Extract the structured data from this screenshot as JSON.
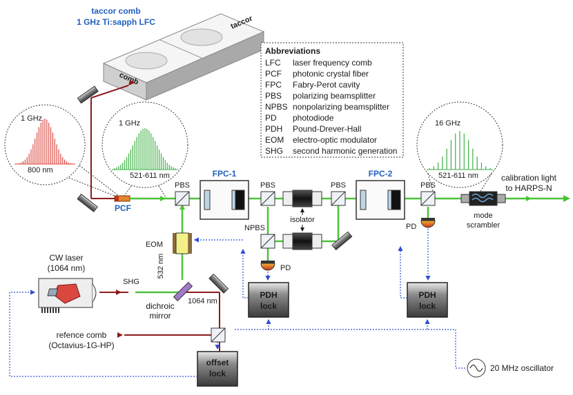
{
  "comb_title": "taccor comb",
  "comb_subtitle": "1 GHz Ti:sapph LFC",
  "comb_brand_1": "taccor",
  "comb_brand_2": "comb",
  "abbreviations": {
    "title": "Abbreviations",
    "items": [
      {
        "abbr": "LFC",
        "text": "laser frequency comb"
      },
      {
        "abbr": "PCF",
        "text": "photonic crystal fiber"
      },
      {
        "abbr": "FPC",
        "text": "Fabry-Perot cavity"
      },
      {
        "abbr": "PBS",
        "text": "polarizing beamsplitter"
      },
      {
        "abbr": "NPBS",
        "text": "nonpolarizing beamsplitter"
      },
      {
        "abbr": "PD",
        "text": "photodiode"
      },
      {
        "abbr": "PDH",
        "text": "Pound-Drever-Hall"
      },
      {
        "abbr": "EOM",
        "text": "electro-optic modulator"
      },
      {
        "abbr": "SHG",
        "text": "second harmonic generation"
      }
    ]
  },
  "spectra": {
    "red": {
      "spacing": "1 GHz",
      "center": "800 nm",
      "color": "#d9473f"
    },
    "green1": {
      "spacing": "1 GHz",
      "range": "521-611 nm",
      "color": "#3cb043"
    },
    "green2": {
      "spacing": "16 GHz",
      "range": "521-611 nm",
      "color": "#3cb043"
    }
  },
  "labels": {
    "pcf": "PCF",
    "pbs1": "PBS",
    "pbs2": "PBS",
    "pbs3": "PBS",
    "pbs4": "PBS",
    "fpc1": "FPC-1",
    "fpc2": "FPC-2",
    "npbs": "NPBS",
    "isolator": "isolator",
    "pd1": "PD",
    "pd2": "PD",
    "mode_scrambler_1": "mode",
    "mode_scrambler_2": "scrambler",
    "calib_1": "calibration light",
    "calib_2": "to HARPS-N",
    "eom": "EOM",
    "nm532": "532 nm",
    "nm1064": "1064 nm",
    "dichroic_1": "dichroic",
    "dichroic_2": "mirror",
    "shg": "SHG",
    "cw_1": "CW laser",
    "cw_2": "(1064 nm)",
    "ref_1": "refence comb",
    "ref_2": "(Octavius-1G-HP)",
    "pdh1_1": "PDH",
    "pdh1_2": "lock",
    "pdh2_1": "PDH",
    "pdh2_2": "lock",
    "offset_1": "offset",
    "offset_2": "lock",
    "osc": "20 MHz oscillator"
  },
  "colors": {
    "red_beam": "#8b1a1a",
    "green_beam": "#4cc13a",
    "blue_signal": "#2f4fd6",
    "box_dark": "#4a4a4a",
    "label_blue": "#1f5fbf"
  }
}
